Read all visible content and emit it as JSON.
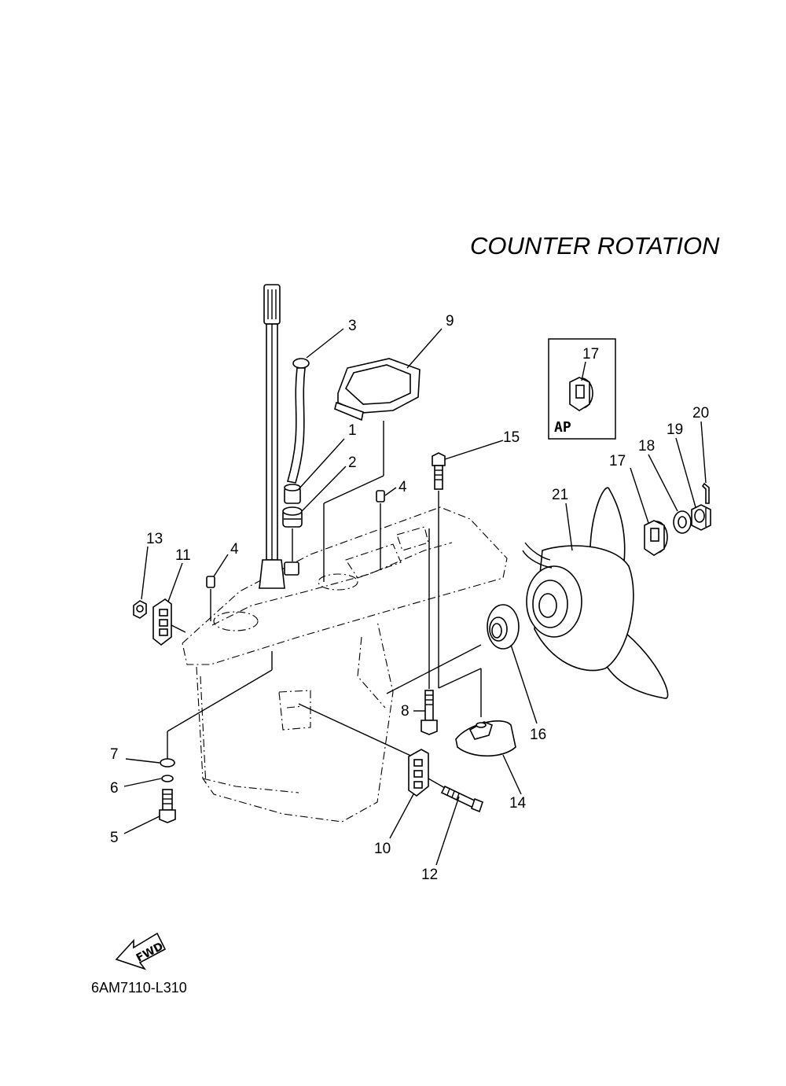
{
  "title": "COUNTER  ROTATION",
  "drawing_code": "6AM7110-L310",
  "inset": {
    "tag": "AP",
    "part": "17"
  },
  "fwd_label": "FWD",
  "callouts": {
    "c1": "1",
    "c2": "2",
    "c3": "3",
    "c4a": "4",
    "c4b": "4",
    "c5": "5",
    "c6": "6",
    "c7": "7",
    "c8": "8",
    "c9": "9",
    "c10": "10",
    "c11": "11",
    "c12": "12",
    "c13": "13",
    "c14": "14",
    "c15": "15",
    "c16": "16",
    "c17": "17",
    "c18": "18",
    "c19": "19",
    "c20": "20",
    "c21": "21"
  }
}
